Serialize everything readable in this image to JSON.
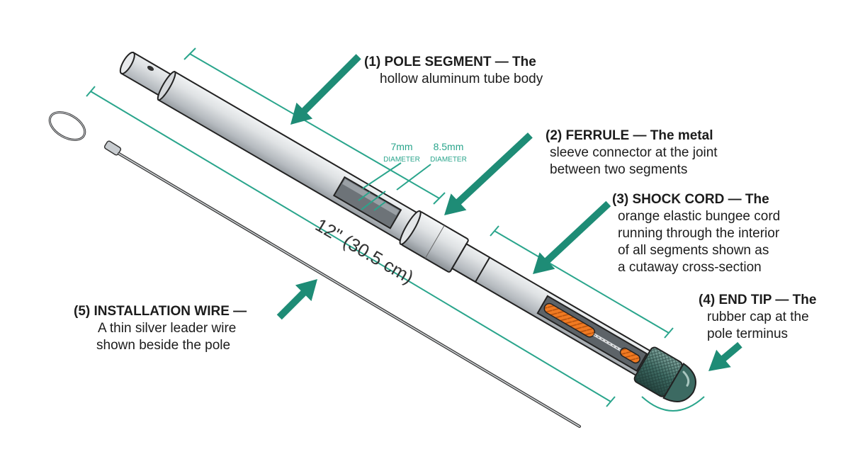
{
  "colors": {
    "accent": "#1f9a84",
    "arrow": "#1e8c76",
    "shock_cord": "#f07a22",
    "tip": "#3d6e66",
    "tube": "#d6d9dc",
    "outline": "#222222"
  },
  "callouts": {
    "pole_segment": {
      "head": "(1) POLE SEGMENT — The",
      "lines": [
        "hollow aluminum tube body"
      ]
    },
    "ferrule": {
      "head": "(2) FERRULE — The metal",
      "lines": [
        "sleeve connector at the joint",
        "between two segments"
      ]
    },
    "shock_cord": {
      "head": "(3) SHOCK CORD — The",
      "lines": [
        "orange elastic bungee cord",
        "running through the interior",
        "of all segments shown as",
        "a cutaway cross-section"
      ]
    },
    "end_tip": {
      "head": "(4) END TIP — The",
      "lines": [
        "rubber cap at the",
        "pole terminus"
      ]
    },
    "installation_wire": {
      "head": "(5) INSTALLATION WIRE —",
      "lines": [
        "A thin silver leader wire",
        "shown beside the pole"
      ]
    }
  },
  "dimensions": {
    "inner_value": "7mm",
    "inner_label": "DIAMETER",
    "outer_value": "8.5mm",
    "outer_label": "DIAMETER",
    "length": "12\" (30.5 cm)"
  },
  "icons": [
    "callout-arrow-icon",
    "dimension-arrow-icon",
    "wire-loop-icon"
  ]
}
